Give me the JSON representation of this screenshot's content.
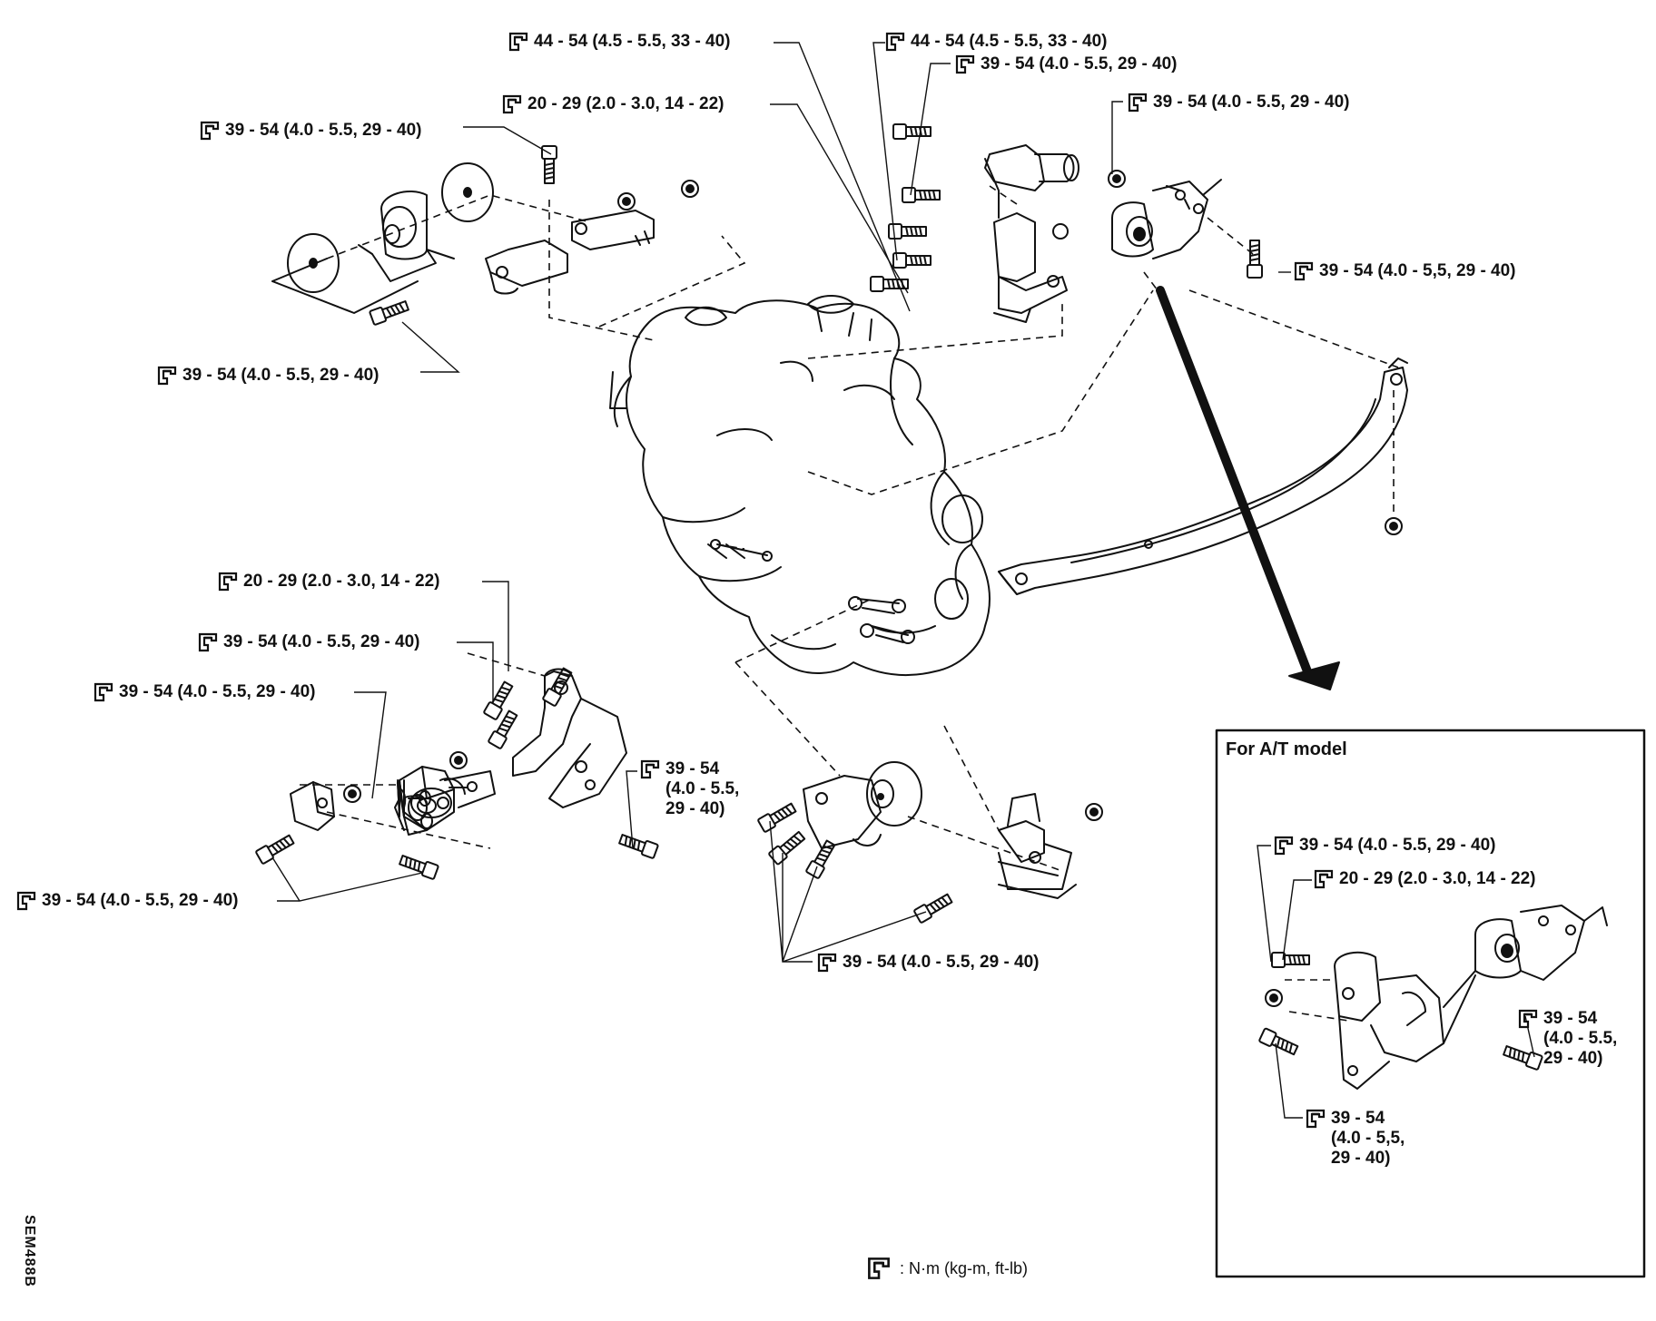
{
  "diagram": {
    "torque_labels": [
      "44 - 54 (4.5 - 5.5, 33 - 40)",
      "44 - 54 (4.5 - 5.5, 33 - 40)",
      "39 - 54 (4.0 - 5.5, 29 - 40)",
      "39 - 54 (4.0 - 5.5, 29 - 40)",
      "20 - 29 (2.0 - 3.0, 14 - 22)",
      "39 - 54 (4.0 - 5.5, 29 - 40)",
      "39 - 54 (4.0 - 5,5, 29 - 40)",
      "39 - 54 (4.0 - 5.5, 29 - 40)",
      "20 - 29 (2.0 - 3.0, 14 - 22)",
      "39 - 54 (4.0 - 5.5, 29 - 40)",
      "39 - 54 (4.0 - 5.5, 29 - 40)",
      "39 - 54\n(4.0 - 5.5,\n29 - 40)",
      "39 - 54 (4.0 - 5.5, 29 - 40)",
      "39 - 54 (4.0 - 5.5, 29 - 40)"
    ],
    "inset": {
      "title": "For A/T model",
      "torque_labels": [
        "39 - 54 (4.0 - 5.5, 29 - 40)",
        "20 - 29 (2.0 - 3.0, 14 - 22)",
        "39 - 54\n(4.0 - 5.5,\n29 - 40)",
        "39 - 54\n(4.0 - 5,5,\n29 - 40)"
      ]
    },
    "legend": ":  N·m (kg-m, ft-lb)",
    "figure_code": "SEM488B",
    "icon": "torque-wrench-icon"
  }
}
